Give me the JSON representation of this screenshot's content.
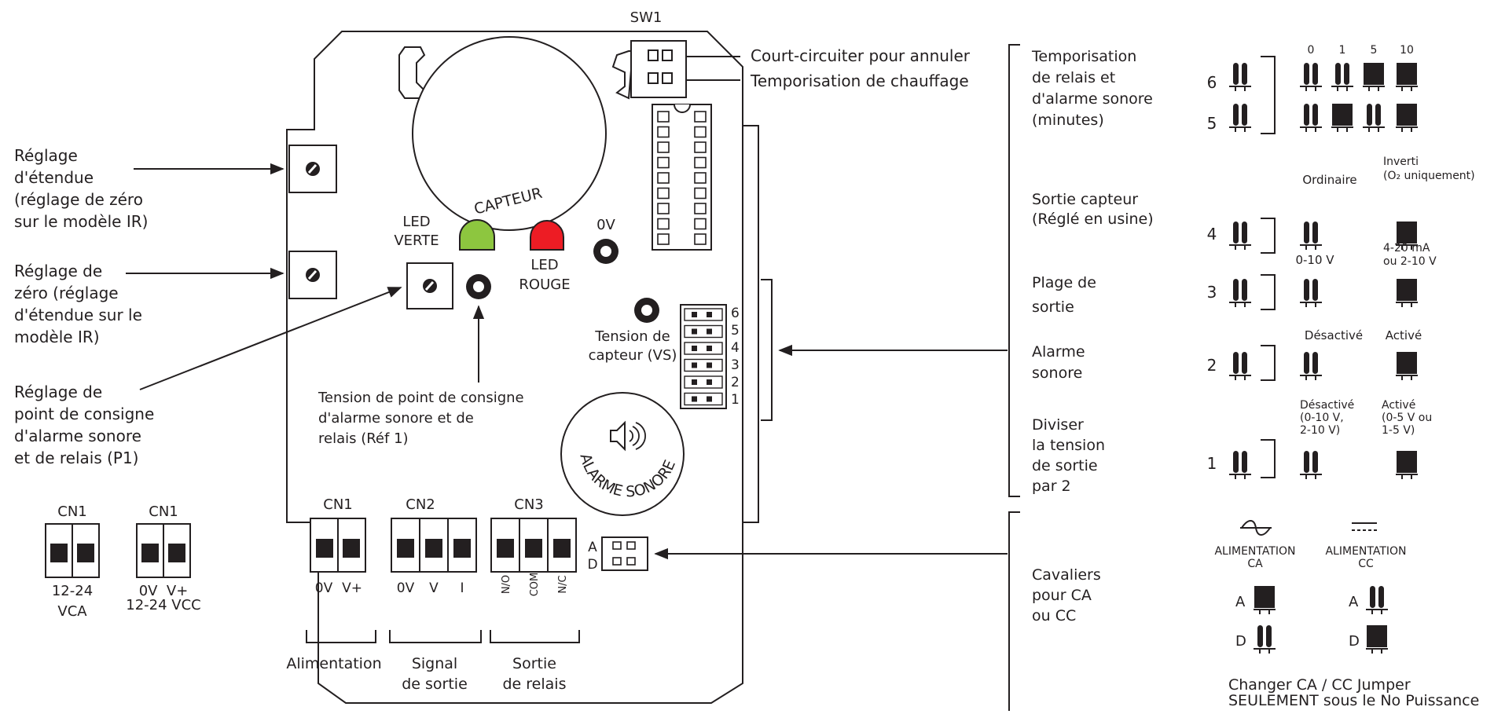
{
  "board": {
    "sw1_label": "SW1",
    "sensor_label": "CAPTEUR",
    "led_green": [
      "LED",
      "VERTE"
    ],
    "led_red": [
      "LED",
      "ROUGE"
    ],
    "zero_v_label": "0V",
    "sensor_voltage": [
      "Tension de",
      "capteur (VS)"
    ],
    "setpoint_voltage": [
      "Tension de point de consigne",
      "d'alarme sonore et de",
      "relais (Réf 1)"
    ],
    "jumper_numbers": [
      "6",
      "5",
      "4",
      "3",
      "2",
      "1"
    ],
    "alarm_label": "ALARME SONORE",
    "ac_dc_jumper_letters": [
      "A",
      "D"
    ],
    "connectors": [
      {
        "name": "CN1",
        "pins": [
          "0V",
          "V+"
        ]
      },
      {
        "name": "CN2",
        "pins": [
          "0V",
          "V",
          "I"
        ]
      },
      {
        "name": "CN3",
        "pins": [
          "N/O",
          "COM",
          "N/C"
        ]
      }
    ],
    "groups": [
      {
        "lines": [
          "Alimentation"
        ]
      },
      {
        "lines": [
          "Signal",
          "de sortie"
        ]
      },
      {
        "lines": [
          "Sortie",
          "de relais"
        ]
      }
    ]
  },
  "sw1_callouts": [
    "Court-circuiter pour annuler",
    "Temporisation de chauffage"
  ],
  "left_callouts": [
    {
      "lines": [
        "Réglage",
        "d'étendue",
        "(réglage de zéro",
        "sur le modèle IR)"
      ]
    },
    {
      "lines": [
        "Réglage de",
        "zéro (réglage",
        "d'étendue sur le",
        "modèle IR)"
      ]
    },
    {
      "lines": [
        "Réglage de",
        "point de consigne",
        "d'alarme sonore",
        "et de relais (P1)"
      ]
    }
  ],
  "cn1_variants": [
    {
      "title": "CN1",
      "lines": [
        "12-24",
        "VCA"
      ]
    },
    {
      "title": "CN1",
      "lines": [
        "0V  V+",
        "12-24 VCC"
      ]
    }
  ],
  "jumper_settings": [
    {
      "num": "6",
      "desc": [
        "Temporisation",
        "de relais et",
        "d'alarme sonore",
        "(minutes)"
      ]
    },
    {
      "num": "5"
    },
    {
      "num": "4",
      "desc": [
        "Sortie capteur",
        "(Réglé en usine)"
      ],
      "options": [
        "Ordinaire",
        "Inverti",
        "(O₂ uniquement)"
      ]
    },
    {
      "num": "3",
      "desc": [
        "Plage de",
        "sortie"
      ],
      "options": [
        "0-10 V",
        "4-20 mA",
        "ou 2-10 V"
      ]
    },
    {
      "num": "2",
      "desc": [
        "Alarme",
        "sonore"
      ],
      "options": [
        "Désactivé",
        "Activé"
      ]
    },
    {
      "num": "1",
      "desc": [
        "Diviser",
        "la tension",
        "de sortie",
        "par 2"
      ],
      "options": [
        "Désactivé",
        "(0-10 V,",
        "2-10 V)",
        "Activé",
        "(0-5 V ou",
        "1-5 V)"
      ]
    }
  ],
  "minutes_columns": [
    "0",
    "1",
    "5",
    "10"
  ],
  "ac_dc": {
    "desc": [
      "Cavaliers",
      "pour CA",
      "ou CC"
    ],
    "ac_label": [
      "ALIMENTATION",
      "CA"
    ],
    "dc_label": [
      "ALIMENTATION",
      "CC"
    ],
    "letters": [
      "A",
      "D"
    ],
    "note": [
      "Changer CA / CC Jumper",
      "SEULEMENT sous le No Puissance"
    ]
  },
  "colors": {
    "line": "#231f20",
    "led_green": "#8dc63f",
    "led_red": "#ed1c24",
    "jumper_fill": "#231f20"
  }
}
